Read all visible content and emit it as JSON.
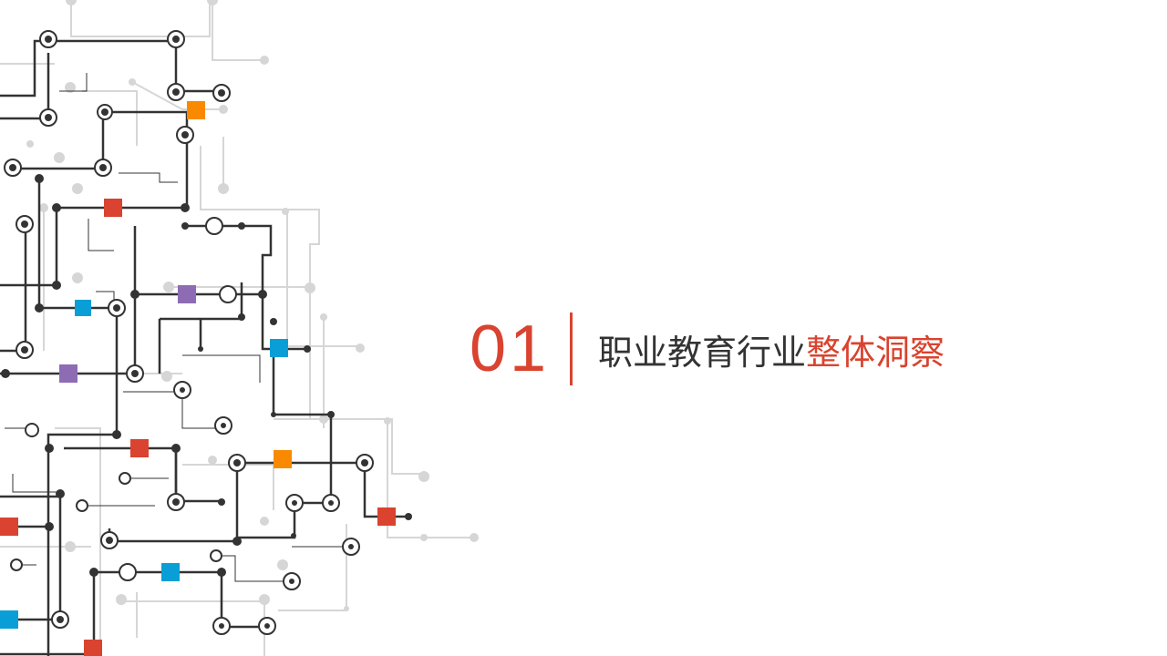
{
  "section": {
    "number": "01",
    "title_main": "职业教育行业",
    "title_highlight": "整体洞察"
  },
  "colors": {
    "accent": "#d9432f",
    "text": "#333333",
    "orange": "#f98a00",
    "blue": "#0a9ed6",
    "purple": "#8e6cb4",
    "line_dark": "#333333",
    "line_light": "#d6d6d6"
  }
}
